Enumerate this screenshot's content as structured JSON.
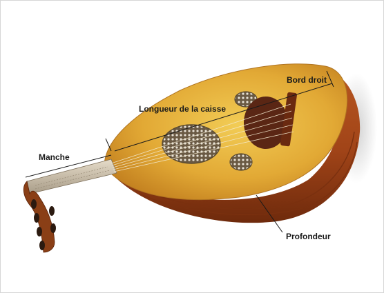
{
  "labels": {
    "manche": "Manche",
    "longueur": "Longueur de la caisse",
    "bord_droit": "Bord droit",
    "profondeur": "Profondeur"
  }
}
